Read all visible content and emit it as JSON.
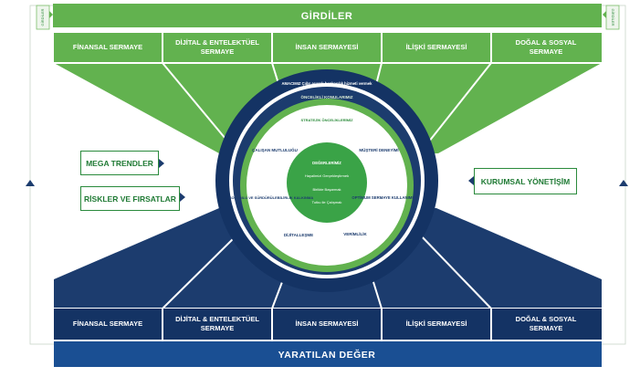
{
  "header": {
    "title": "GİRDİLER"
  },
  "footer": {
    "title": "YARATILAN DEĞER"
  },
  "side_tag": {
    "left": "GİRDİLER",
    "right": "GİRDİLER"
  },
  "capitals_top": [
    {
      "line1": "FİNANSAL SERMAYE",
      "line2": ""
    },
    {
      "line1": "DİJİTAL & ENTELEKTÜEL",
      "line2": "SERMAYE"
    },
    {
      "line1": "İNSAN SERMAYESİ",
      "line2": ""
    },
    {
      "line1": "İLİŞKİ SERMAYESİ",
      "line2": ""
    },
    {
      "line1": "DOĞAL & SOSYAL",
      "line2": "SERMAYE"
    }
  ],
  "capitals_bottom": [
    {
      "line1": "FİNANSAL SERMAYE",
      "line2": ""
    },
    {
      "line1": "DİJİTAL & ENTELEKTÜEL",
      "line2": "SERMAYE"
    },
    {
      "line1": "İNSAN SERMAYESİ",
      "line2": ""
    },
    {
      "line1": "İLİŞKİ SERMAYESİ",
      "line2": ""
    },
    {
      "line1": "DOĞAL & SOSYAL",
      "line2": "SERMAYE"
    }
  ],
  "side_boxes": {
    "mega_trends": "MEGA TRENDLER",
    "risks": "RİSKLER VE FIRSATLAR",
    "governance": "KURUMSAL YÖNETİŞİM"
  },
  "circle": {
    "purpose": "AMACIMIZ Çığır açarak bankacılık hizmeti vermek",
    "priorities_title": "ÖNCELİKLİ KONULARIMIZ",
    "strategic_title": "STRATEJİK ÖNCELİKLERİMİZ",
    "topics": {
      "employee": "ÇALIŞAN MUTLULUĞU",
      "customer": "MÜŞTERİ DENEYİMİ",
      "capital": "OPTİMUM SERMAYE KULLANIMI",
      "productivity": "VERİMLİLİK",
      "digital": "DİJİTALLEŞME",
      "sustainability": "SORUMLU VE SÜRDÜRÜLEBİLİRLİK KALKINMA"
    },
    "values_title": "DEĞERLERİMİZ",
    "values": [
      "Hayalimizi Gerçekleştirmek",
      "Birlikte Başarmak",
      "Tutku ile Çalışmak"
    ]
  },
  "colors": {
    "green": "#62b24f",
    "dark_green": "#2d8c3c",
    "navy": "#1c3c6e",
    "dark_navy": "#143364",
    "footer_blue": "#1a4f93"
  }
}
